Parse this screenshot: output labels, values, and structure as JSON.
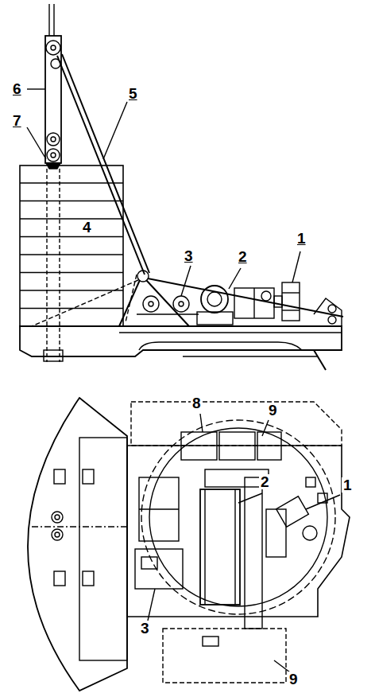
{
  "diagram": {
    "labels": [
      "6",
      "5",
      "7",
      "4",
      "1",
      "2",
      "3",
      "8",
      "9",
      "2",
      "1",
      "3",
      "9"
    ]
  }
}
